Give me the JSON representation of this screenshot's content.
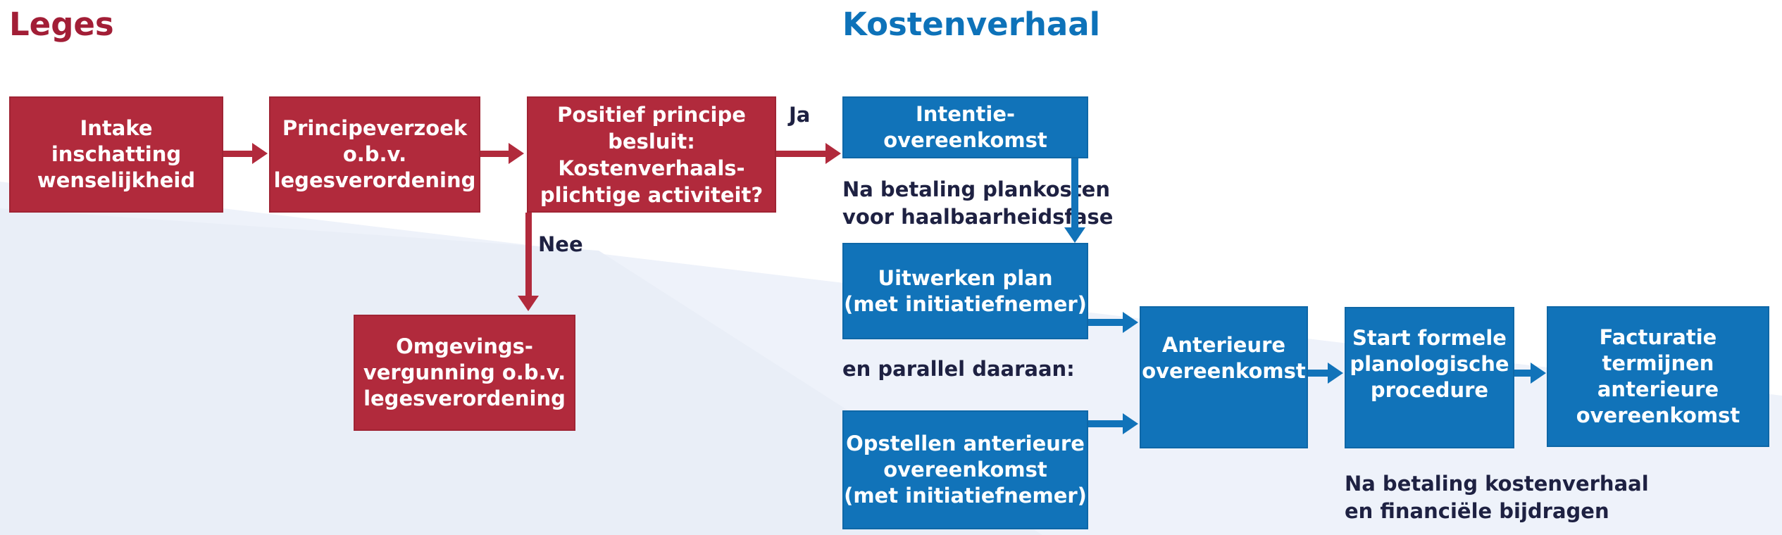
{
  "titles": {
    "leges": "Leges",
    "kostenverhaal": "Kostenverhaal"
  },
  "nodes": {
    "intake": {
      "label": "Intake\ninschatting\nwenselijkheid"
    },
    "principeverzoek": {
      "label": "Principeverzoek\no.b.v.\nlegesverordening"
    },
    "positief_besluit": {
      "label": "Positief principe\nbesluit:\nKostenverhaals-\nplichtige activiteit?"
    },
    "omgevingsvergunning": {
      "label": "Omgevings-\nvergunning o.b.v.\nlegesverordening"
    },
    "intentie_overeenkomst": {
      "label": "Intentie-\novereenkomst"
    },
    "uitwerken_plan": {
      "label": "Uitwerken plan\n(met initiatiefnemer)"
    },
    "opstellen_anterieure": {
      "label": "Opstellen anterieure\novereenkomst\n(met initiatiefnemer)"
    },
    "anterieure_overeenkomst": {
      "label": "Anterieure\novereenkomst"
    },
    "start_formele_procedure": {
      "label": "Start formele\nplanologische\nprocedure"
    },
    "facturatie_termijnen": {
      "label": "Facturatie\ntermijnen\nanterieure\novereenkomst"
    }
  },
  "edge_labels": {
    "ja": "Ja",
    "nee": "Nee"
  },
  "captions": {
    "na_betaling_plankosten": "Na betaling plankosten\nvoor haalbaarheidsfase",
    "en_parallel_daaraan": "en parallel daaraan:",
    "na_betaling_kostenverhaal": "Na betaling kostenverhaal\nen financiële bijdragen"
  },
  "colors": {
    "leges_red": "#b12a3c",
    "leges_title": "#a21e36",
    "kosten_blue": "#1173b9",
    "kosten_title": "#0d72b9",
    "caption_text": "#1e2142",
    "wedge_1": "#eef2fa",
    "wedge_2": "#e9eef7"
  }
}
